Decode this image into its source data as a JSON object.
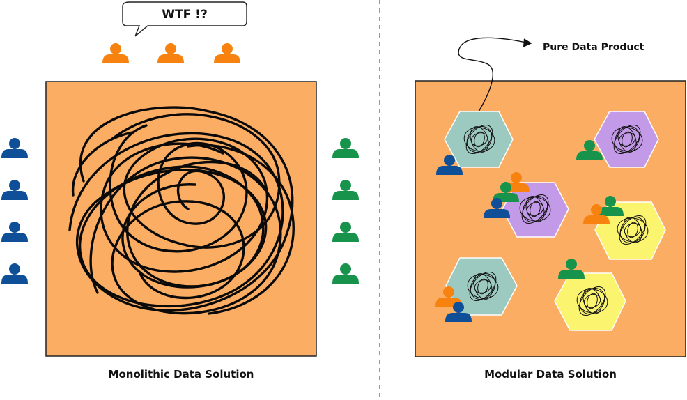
{
  "speech_bubble": {
    "text": "WTF !?"
  },
  "annotation": {
    "text": "Pure Data Product"
  },
  "left_panel": {
    "caption": "Monolithic Data Solution"
  },
  "right_panel": {
    "caption": "Modular Data Solution"
  },
  "colors": {
    "panel_fill": "#fbad64",
    "person_orange": "#f7820f",
    "person_blue": "#0e4f98",
    "person_green": "#17934c",
    "hex_teal": "#9ccac0",
    "hex_purple": "#c39ae8",
    "hex_yellow": "#fbf46e",
    "divider": "#999999"
  },
  "icons": [
    "person-icon",
    "speech-bubble",
    "scribble-tangle",
    "hexagon-module",
    "curved-arrow"
  ]
}
